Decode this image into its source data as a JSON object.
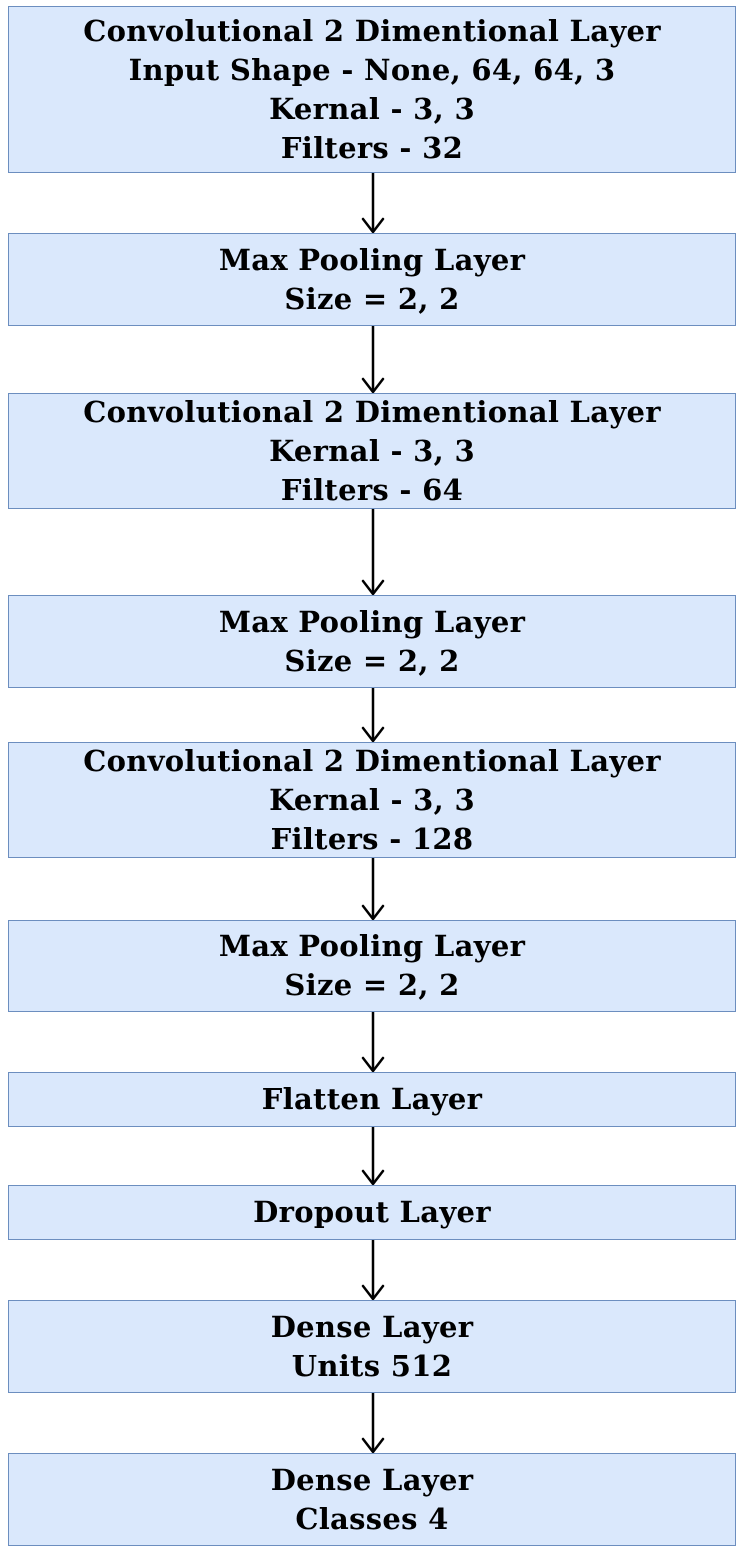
{
  "diagram": {
    "layers": [
      {
        "name": "conv2d-layer-1",
        "lines": [
          "Convolutional 2 Dimentional Layer",
          "Input Shape - None, 64, 64, 3",
          "Kernal - 3, 3",
          "Filters - 32"
        ]
      },
      {
        "name": "max-pooling-layer-1",
        "lines": [
          "Max Pooling Layer",
          "Size = 2, 2"
        ]
      },
      {
        "name": "conv2d-layer-2",
        "lines": [
          "Convolutional 2 Dimentional Layer",
          "Kernal - 3, 3",
          "Filters - 64"
        ]
      },
      {
        "name": "max-pooling-layer-2",
        "lines": [
          "Max Pooling Layer",
          "Size = 2, 2"
        ]
      },
      {
        "name": "conv2d-layer-3",
        "lines": [
          "Convolutional 2 Dimentional Layer",
          "Kernal - 3, 3",
          "Filters - 128"
        ]
      },
      {
        "name": "max-pooling-layer-3",
        "lines": [
          "Max Pooling Layer",
          "Size = 2, 2"
        ]
      },
      {
        "name": "flatten-layer",
        "lines": [
          "Flatten Layer"
        ]
      },
      {
        "name": "dropout-layer",
        "lines": [
          "Dropout Layer"
        ]
      },
      {
        "name": "dense-layer-1",
        "lines": [
          "Dense Layer",
          "Units 512"
        ]
      },
      {
        "name": "dense-layer-2",
        "lines": [
          "Dense Layer",
          "Classes 4"
        ]
      }
    ],
    "colors": {
      "box_fill": "#dae8fc",
      "box_border": "#6c8ebf",
      "text": "#000000",
      "arrow": "#000000"
    }
  }
}
